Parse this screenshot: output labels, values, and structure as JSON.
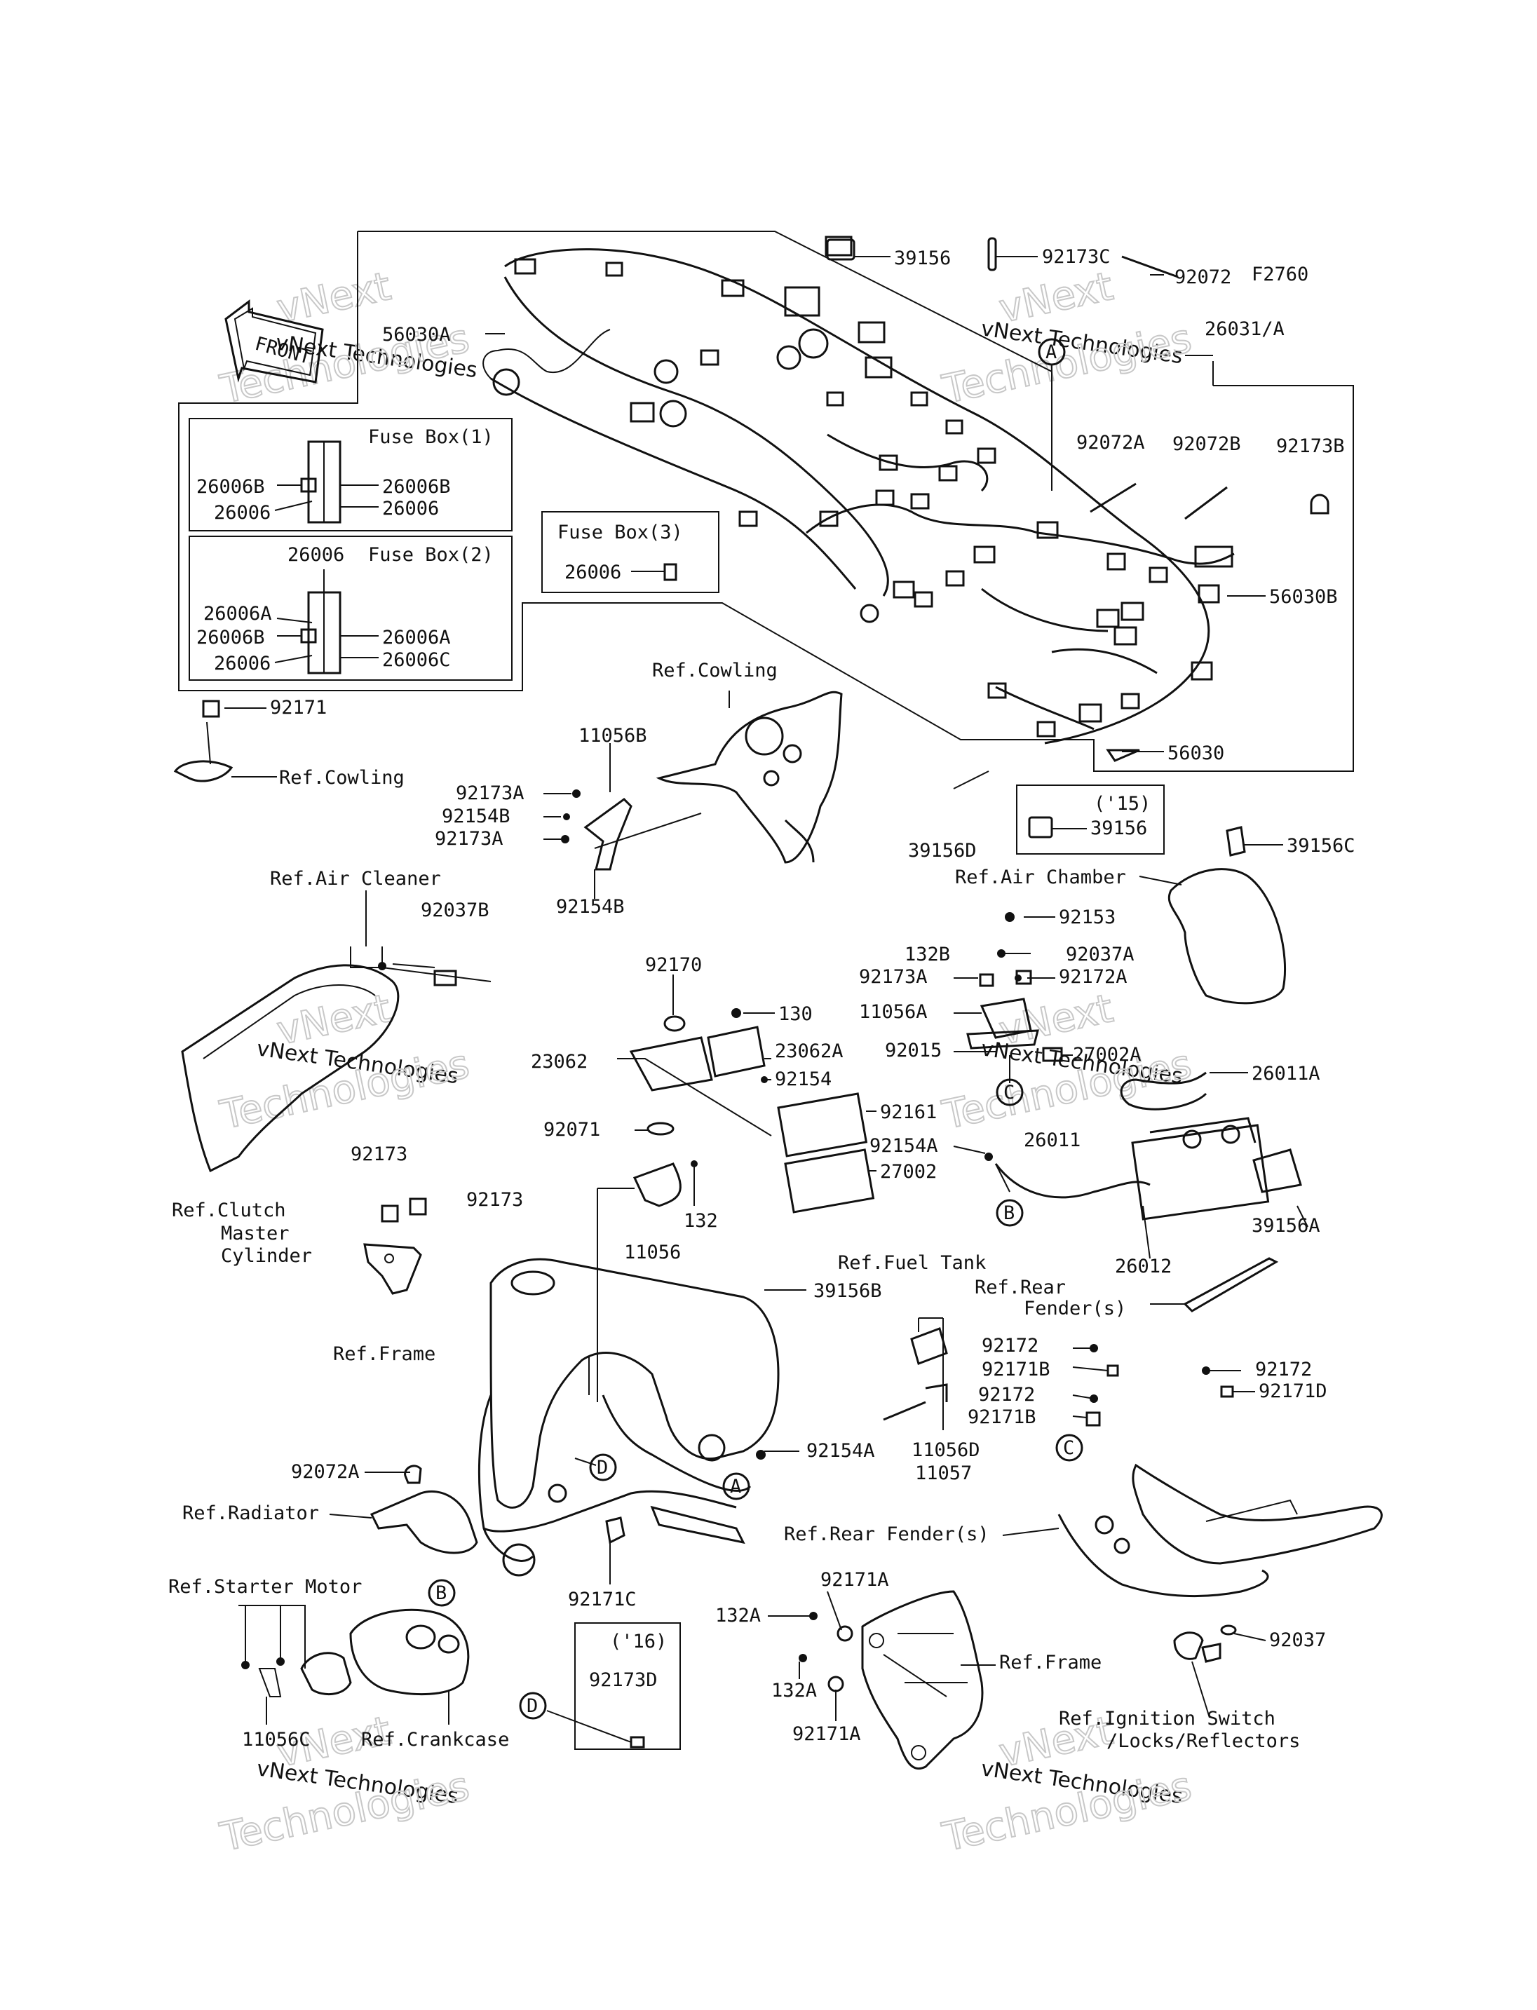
{
  "diagram_code": "F2760",
  "front_sign": "FRONT",
  "watermark": {
    "brand": "vNext",
    "line1": "vNext Technologies",
    "line2": "Technologies"
  },
  "fuse_boxes": [
    {
      "title": "Fuse Box(1)",
      "left_labels": [
        "26006B",
        "26006"
      ],
      "right_labels": [
        "26006B",
        "26006"
      ]
    },
    {
      "title": "Fuse Box(2)",
      "top_label": "26006",
      "left_labels": [
        "26006A",
        "26006B",
        "26006"
      ],
      "right_labels": [
        "26006A",
        "26006C"
      ]
    },
    {
      "title": "Fuse Box(3)",
      "label": "26006"
    }
  ],
  "year_boxes": [
    {
      "year": "('15)",
      "part": "39156"
    },
    {
      "year": "('16)",
      "part": "92173D"
    }
  ],
  "callout_markers": [
    "A",
    "A",
    "B",
    "B",
    "C",
    "C",
    "D",
    "D"
  ],
  "parts": {
    "p39156": "39156",
    "p92173C": "92173C",
    "p92072": "92072",
    "p26031A": "26031/A",
    "p56030A": "56030A",
    "p92072A_top": "92072A",
    "p92072B": "92072B",
    "p92173B": "92173B",
    "p56030B": "56030B",
    "p56030": "56030",
    "p39156D": "39156D",
    "p39156C": "39156C",
    "p92171": "92171",
    "p11056B": "11056B",
    "p92173A_1": "92173A",
    "p92154B_1": "92154B",
    "p92173A_2": "92173A",
    "p92154B_2": "92154B",
    "p92037B": "92037B",
    "p92153": "92153",
    "p132B": "132B",
    "p92037A": "92037A",
    "p92173A_3": "92173A",
    "p92172A": "92172A",
    "p11056A": "11056A",
    "p27002A": "27002A",
    "p92015": "92015",
    "p26011A": "26011A",
    "p92170": "92170",
    "p130": "130",
    "p23062": "23062",
    "p23062A": "23062A",
    "p92154": "92154",
    "p92161": "92161",
    "p92071": "92071",
    "p27002": "27002",
    "p132": "132",
    "p11056": "11056",
    "p92154A_1": "92154A",
    "p26011": "26011",
    "p26012": "26012",
    "p39156A": "39156A",
    "p92173_1": "92173",
    "p92173_2": "92173",
    "p39156B": "39156B",
    "p92172_1": "92172",
    "p92171B_1": "92171B",
    "p92172_2": "92172",
    "p92171B_2": "92171B",
    "p92172_3": "92172",
    "p92171D": "92171D",
    "p11056D": "11056D",
    "p11057": "11057",
    "p92154A_2": "92154A",
    "p92072A_bot": "92072A",
    "p92171C": "92171C",
    "p92171A_1": "92171A",
    "p132A_1": "132A",
    "p132A_2": "132A",
    "p92171A_2": "92171A",
    "p92037": "92037",
    "p11056C": "11056C"
  },
  "references": {
    "cowling_1": "Ref.Cowling",
    "cowling_2": "Ref.Cowling",
    "air_cleaner": "Ref.Air Cleaner",
    "air_chamber": "Ref.Air Chamber",
    "clutch_master_1": "Ref.Clutch",
    "clutch_master_2": "Master",
    "clutch_master_3": "Cylinder",
    "frame_1": "Ref.Frame",
    "frame_2": "Ref.Frame",
    "fuel_tank": "Ref.Fuel Tank",
    "rear_fender_1a": "Ref.Rear",
    "rear_fender_1b": "Fender(s)",
    "rear_fender_2": "Ref.Rear Fender(s)",
    "radiator": "Ref.Radiator",
    "starter_motor": "Ref.Starter Motor",
    "crankcase": "Ref.Crankcase",
    "ignition_1": "Ref.Ignition Switch",
    "ignition_2": "/Locks/Reflectors"
  }
}
